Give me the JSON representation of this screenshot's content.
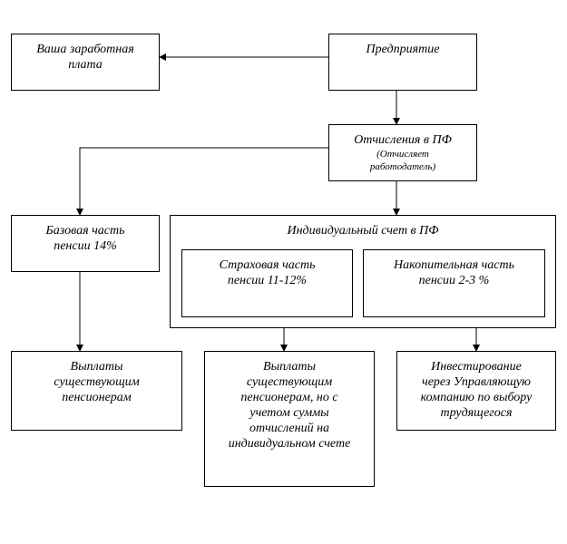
{
  "nodes": {
    "salary": {
      "label": "Ваша заработная\nплата"
    },
    "enterprise": {
      "label": "Предприятие"
    },
    "deductions": {
      "label": "Отчисления в ПФ",
      "note": "(Отчисляет\nработодатель)"
    },
    "base_part": {
      "label": "Базовая часть\nпенсии 14%"
    },
    "individual_account": {
      "label": "Индивидуальный счет в ПФ"
    },
    "insurance_part": {
      "label": "Страховая часть\nпенсии 11-12%"
    },
    "funded_part": {
      "label": "Накопительная часть\nпенсии 2-3 %"
    },
    "payments_current": {
      "label": "Выплаты\nсуществующим\nпенсионерам"
    },
    "payments_individual": {
      "label": "Выплаты\nсуществующим\nпенсионерам, но с\nучетом суммы\nотчислений на\nиндивидуальном счете"
    },
    "investment": {
      "label": "Инвестирование\nчерез Управляющую\nкомпанию по выбору\nтрудящегося"
    }
  },
  "edges": [
    {
      "from": "enterprise",
      "to": "salary"
    },
    {
      "from": "enterprise",
      "to": "deductions"
    },
    {
      "from": "deductions",
      "to": "base_part"
    },
    {
      "from": "deductions",
      "to": "individual_account"
    },
    {
      "from": "base_part",
      "to": "payments_current"
    },
    {
      "from": "individual_account",
      "to": "payments_individual"
    },
    {
      "from": "individual_account",
      "to": "investment"
    }
  ]
}
